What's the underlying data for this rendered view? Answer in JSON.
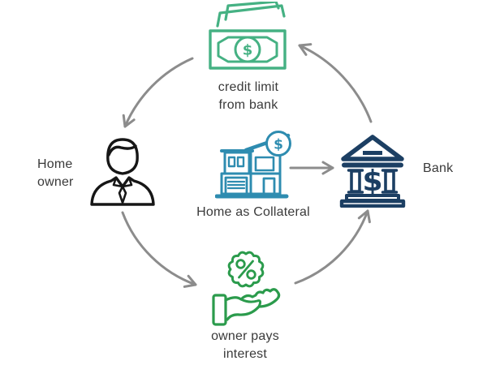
{
  "diagram": {
    "nodes": {
      "credit": {
        "line1": "credit limit",
        "line2": "from bank",
        "icon": "money-bills-icon"
      },
      "owner": {
        "line1": "Home",
        "line2": "owner",
        "icon": "person-icon"
      },
      "collateral": {
        "label": "Home as Collateral",
        "icon": "house-dollar-icon"
      },
      "bank": {
        "label": "Bank",
        "icon": "bank-building-icon"
      },
      "interest": {
        "line1": "owner pays",
        "line2": "interest",
        "icon": "hand-percent-icon"
      }
    },
    "edges": [
      {
        "from": "bank",
        "to": "credit-limit-from-bank"
      },
      {
        "from": "credit-limit-from-bank",
        "to": "home-owner"
      },
      {
        "from": "home-owner",
        "to": "owner-pays-interest"
      },
      {
        "from": "owner-pays-interest",
        "to": "bank"
      },
      {
        "from": "home-as-collateral",
        "to": "bank"
      }
    ],
    "symbols": {
      "dollar": "$",
      "percent": "%"
    }
  },
  "colors": {
    "money_green": "#45b183",
    "interest_green": "#2b9b4c",
    "house_teal": "#2e8cb0",
    "bank_navy": "#1c3f63",
    "person_black": "#161616",
    "arrow_gray": "#8c8c8c",
    "text": "#3a3a3a",
    "background": "#ffffff"
  }
}
